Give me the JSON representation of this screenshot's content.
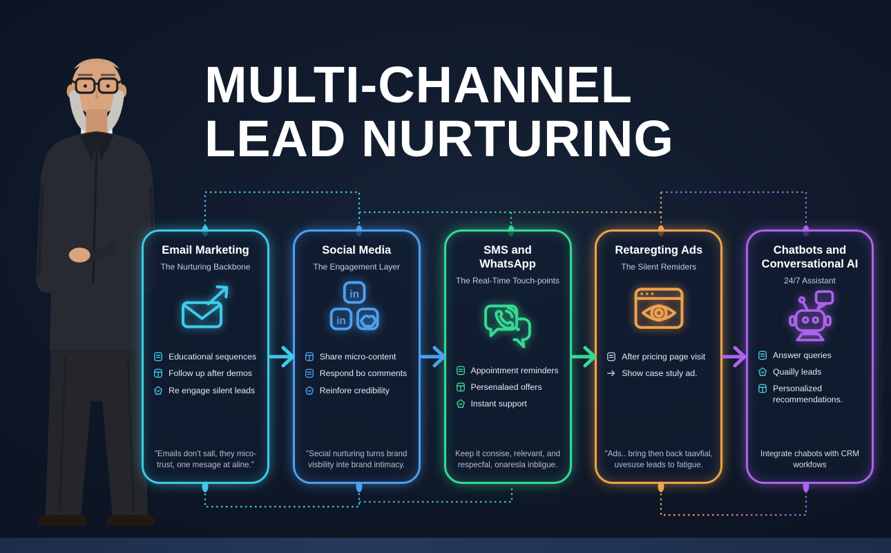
{
  "background_color": "#0f1827",
  "title": {
    "line1": "MULTI-CHANNEL",
    "line2": "LEAD NURTURING"
  },
  "cards": [
    {
      "title": "Email Marketing",
      "subtitle": "The Nurturing Backbone",
      "accent": "#3fc9e8",
      "hero_icon": "envelope-arrow-icon",
      "bullets": [
        {
          "icon": "clipboard-icon",
          "text": "Educational sequences"
        },
        {
          "icon": "browser-card-icon",
          "text": "Follow up after demos"
        },
        {
          "icon": "shield-icon",
          "text": "Re engage silent leads"
        }
      ],
      "quote": "\"Emails don't sall, they mico-trust, one mesage at aline.\""
    },
    {
      "title": "Social Media",
      "subtitle": "The Engagement Layer",
      "accent": "#4da0f2",
      "hero_icon": "linkedin-social-icons",
      "bullets": [
        {
          "icon": "calendar-icon",
          "text": "Share micro-content"
        },
        {
          "icon": "grid-icon",
          "text": "Respond bo comments"
        },
        {
          "icon": "shield-icon",
          "text": "Reinfore credibility"
        }
      ],
      "quote": "\"Secial nurturing turns brand visbility inte brand intimacy."
    },
    {
      "title": "SMS and WhatsApp",
      "subtitle": "The Real-Time Touch-points",
      "accent": "#36d993",
      "hero_icon": "chat-phone-icon",
      "bullets": [
        {
          "icon": "briefcase-icon",
          "text": "Appointment reminders"
        },
        {
          "icon": "list-icon",
          "text": "Persenalaed offers"
        },
        {
          "icon": "badge-icon",
          "text": "Instant support"
        }
      ],
      "quote": "Keep it consise, relevant, and respecfal, onaresla inbligue."
    },
    {
      "title": "Retaregting Ads",
      "subtitle": "The Silent Remiders",
      "accent": "#f0a24e",
      "hero_icon": "browser-eye-icon",
      "bullets": [
        {
          "icon": "browser-icon",
          "text": "After pricing page visit"
        },
        {
          "icon": "arrow-right-icon",
          "text": "Show case stuly ad."
        }
      ],
      "quote": "\"Ads.. bring then back taavfial, uvesuse leads to fatigue."
    },
    {
      "title": "Chatbots and Conversational AI",
      "subtitle": "24/7 Assistant",
      "accent": "#ad63ec",
      "hero_icon": "chatbot-robot-icon",
      "bullets": [
        {
          "icon": "document-icon",
          "text": "Answer queries"
        },
        {
          "icon": "globe-icon",
          "text": "Quailly leads"
        },
        {
          "icon": "home-icon",
          "text": "Personalized recommendations."
        }
      ],
      "quote": "Integrate chabots with CRM workfows"
    }
  ]
}
